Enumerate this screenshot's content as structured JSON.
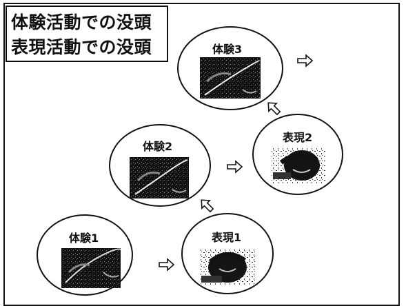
{
  "title": {
    "line1": "体験活動での没頭",
    "line2": "表現活動での没頭"
  },
  "nodes": [
    {
      "id": "taiken1",
      "label": "体験1",
      "kind": "experience"
    },
    {
      "id": "hyogen1",
      "label": "表現1",
      "kind": "expression"
    },
    {
      "id": "taiken2",
      "label": "体験2",
      "kind": "experience"
    },
    {
      "id": "hyogen2",
      "label": "表現2",
      "kind": "expression"
    },
    {
      "id": "taiken3",
      "label": "体験3",
      "kind": "experience"
    }
  ],
  "arrows": [
    {
      "from": "taiken1",
      "to": "hyogen1",
      "direction": "right"
    },
    {
      "from": "hyogen1",
      "to": "taiken2",
      "direction": "up-left"
    },
    {
      "from": "taiken2",
      "to": "hyogen2",
      "direction": "right"
    },
    {
      "from": "hyogen2",
      "to": "taiken3",
      "direction": "up-left"
    },
    {
      "from": "taiken3",
      "to": "next",
      "direction": "right"
    }
  ]
}
